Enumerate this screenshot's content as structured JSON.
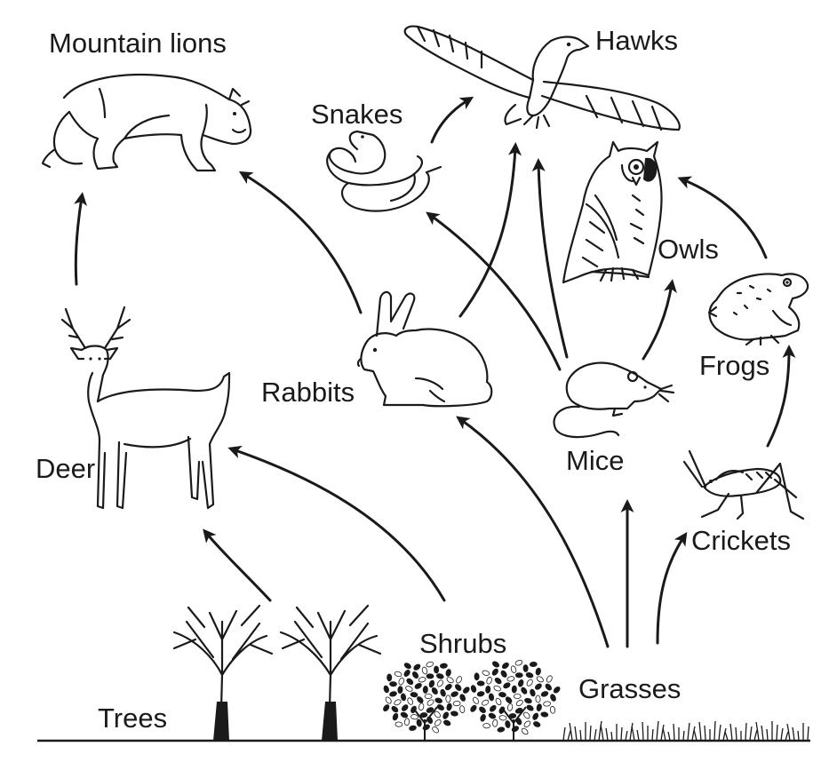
{
  "diagram": {
    "organisms": {
      "mountain_lions": "Mountain lions",
      "hawks": "Hawks",
      "snakes": "Snakes",
      "owls": "Owls",
      "frogs": "Frogs",
      "rabbits": "Rabbits",
      "mice": "Mice",
      "deer": "Deer",
      "crickets": "Crickets",
      "shrubs": "Shrubs",
      "grasses": "Grasses",
      "trees": "Trees"
    },
    "links": [
      {
        "from": "Trees",
        "to": "Deer"
      },
      {
        "from": "Shrubs",
        "to": "Deer"
      },
      {
        "from": "Grasses",
        "to": "Rabbits"
      },
      {
        "from": "Grasses",
        "to": "Mice"
      },
      {
        "from": "Grasses",
        "to": "Crickets"
      },
      {
        "from": "Deer",
        "to": "Mountain lions"
      },
      {
        "from": "Rabbits",
        "to": "Mountain lions"
      },
      {
        "from": "Rabbits",
        "to": "Hawks"
      },
      {
        "from": "Mice",
        "to": "Snakes"
      },
      {
        "from": "Mice",
        "to": "Hawks"
      },
      {
        "from": "Mice",
        "to": "Owls"
      },
      {
        "from": "Snakes",
        "to": "Hawks"
      },
      {
        "from": "Crickets",
        "to": "Frogs"
      },
      {
        "from": "Frogs",
        "to": "Owls"
      }
    ],
    "colors": {
      "ink": "#1a1a1a",
      "background": "#ffffff"
    }
  }
}
